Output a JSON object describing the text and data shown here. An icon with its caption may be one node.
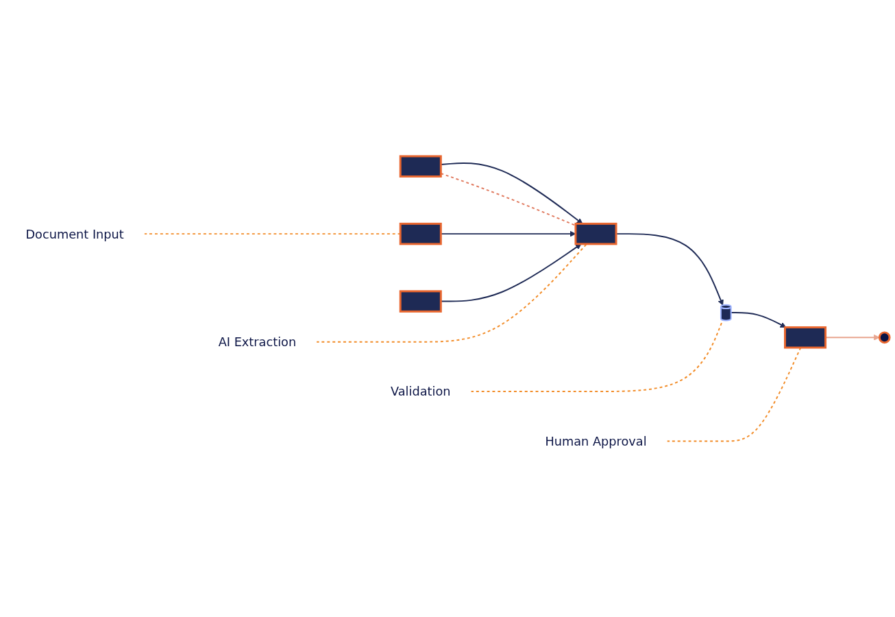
{
  "diagram": {
    "nodes": [
      {
        "text": [],
        "shape": "box"
      },
      {
        "text": [],
        "shape": "box"
      },
      {
        "text": [],
        "shape": "box"
      },
      {
        "text": [],
        "shape": "box"
      },
      {
        "text": [],
        "shape": "cylinder"
      },
      {
        "text": [],
        "shape": "box"
      },
      {
        "text": [],
        "shape": "circle"
      },
      {
        "text": [
          "Document Input"
        ]
      },
      {
        "text": [
          "AI Extraction"
        ]
      },
      {
        "text": [
          "Validation"
        ]
      },
      {
        "text": [
          "Human Approval"
        ]
      }
    ],
    "edges": [
      {
        "from": 0,
        "to": 3,
        "arrow": "to"
      },
      {
        "from": 0,
        "to": 3,
        "arrow": "none",
        "style": "dashed",
        "color": "#e07a5f"
      },
      {
        "from": 1,
        "to": 3,
        "arrow": "to"
      },
      {
        "from": 2,
        "to": 3,
        "arrow": "to"
      },
      {
        "from": 3,
        "to": 4,
        "arrow": "to"
      },
      {
        "from": 4,
        "to": 5,
        "arrow": "to"
      },
      {
        "from": 5,
        "to": 6,
        "arrow": "to",
        "color": "#e8a58f"
      },
      {
        "from": 7,
        "to": 1,
        "arrow": "none",
        "style": "dashed",
        "color": "#f28c28"
      },
      {
        "from": 8,
        "to": 3,
        "arrow": "none",
        "style": "dashed",
        "color": "#f28c28"
      },
      {
        "from": 9,
        "to": 4,
        "arrow": "none",
        "style": "dashed",
        "color": "#f28c28"
      },
      {
        "from": 10,
        "to": 5,
        "arrow": "none",
        "style": "dashed",
        "color": "#f28c28"
      }
    ]
  }
}
